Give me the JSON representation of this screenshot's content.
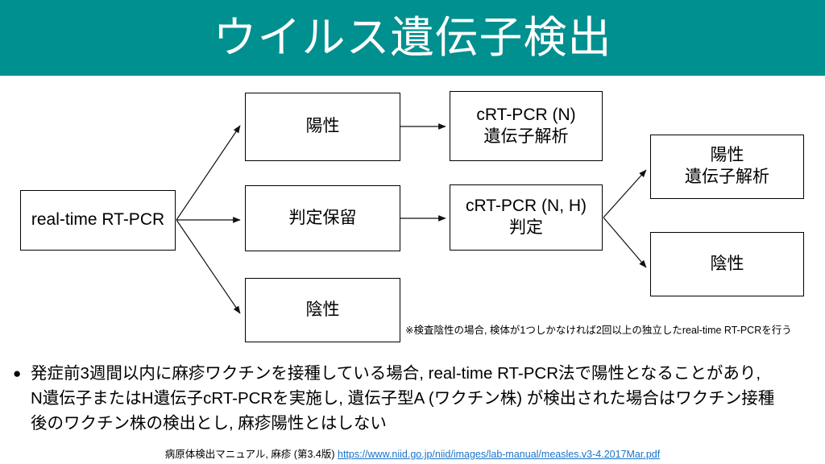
{
  "slide": {
    "title": "ウイルス遺伝子検出",
    "title_bg_color": "#00908F",
    "title_text_color": "#FFFFFF"
  },
  "diagram": {
    "nodes": {
      "realtime": {
        "line1": "real-time RT-PCR"
      },
      "positive": {
        "line1": "陽性"
      },
      "pending": {
        "line1": "判定保留"
      },
      "negative": {
        "line1": "陰性"
      },
      "crtpcr_n": {
        "line1": "cRT-PCR (N)",
        "line2": "遺伝子解析"
      },
      "crtpcr_nh": {
        "line1": "cRT-PCR (N, H)",
        "line2": "判定"
      },
      "final_positive": {
        "line1": "陽性",
        "line2": "遺伝子解析"
      },
      "final_negative": {
        "line1": "陰性"
      }
    },
    "note": "※検査陰性の場合, 検体が1つしかなければ2回以上の独立したreal-time RT-PCRを行う"
  },
  "body": {
    "bullet_marker": "●",
    "line1": "発症前3週間以内に麻疹ワクチンを接種している場合, real-time RT-PCR法で陽性となることがあり,",
    "line2": "N遺伝子またはH遺伝子cRT-PCRを実施し, 遺伝子型A (ワクチン株) が検出された場合はワクチン接種",
    "line3": "後のワクチン株の検出とし, 麻疹陽性とはしない"
  },
  "source": {
    "citation": "病原体検出マニュアル, 麻疹 (第3.4版) ",
    "url": "https://www.niid.go.jp/niid/images/lab-manual/measles.v3-4.2017Mar.pdf",
    "url_color": "#1A73C8"
  }
}
